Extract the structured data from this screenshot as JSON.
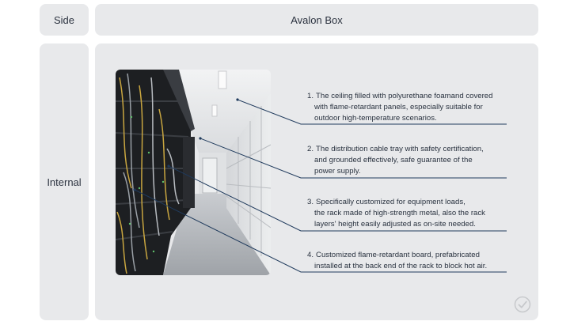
{
  "header": {
    "side_label": "Side",
    "title": "Avalon Box"
  },
  "row": {
    "label": "Internal"
  },
  "notes": [
    {
      "num": "1.",
      "lines": [
        "The ceiling filled with polyurethane foamand covered",
        "with flame-retardant panels, especially suitable for",
        "outdoor high-temperature scenarios."
      ]
    },
    {
      "num": "2.",
      "lines": [
        "The distribution cable tray with safety certification,",
        "and grounded effectively, safe guarantee of the",
        "power supply."
      ]
    },
    {
      "num": "3.",
      "lines": [
        "Specifically customized for equipment loads,",
        "the rack made of high-strength metal, also the rack",
        "layers' height easily adjusted as on-site needed."
      ]
    },
    {
      "num": "4.",
      "lines": [
        "Customized flame-retardant board, prefabricated",
        "installed at the back end of the rack to block hot air."
      ]
    }
  ],
  "icons": {
    "photo": "server-aisle-photo",
    "check": "check-circle-icon"
  },
  "colors": {
    "panel": "#e8e9eb",
    "leader_line": "#1f3a5c",
    "text": "#2c3340"
  }
}
